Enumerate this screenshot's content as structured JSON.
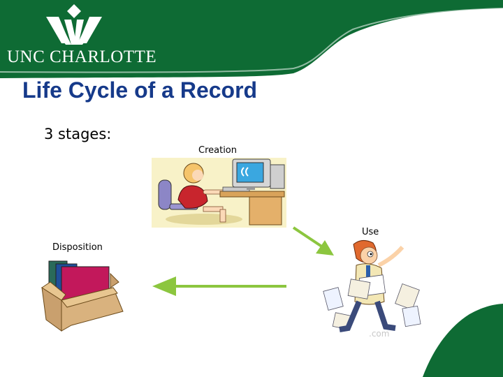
{
  "logo": {
    "text": "UNC CHARLOTTE"
  },
  "slide": {
    "title": "Life Cycle of a Record",
    "intro": "3 stages:"
  },
  "stages": {
    "creation": "Creation",
    "use": "Use",
    "disposition": "Disposition"
  },
  "colors": {
    "green": "#0e6b34",
    "title_blue": "#163a8a",
    "arrow_green": "#8cc63f"
  }
}
